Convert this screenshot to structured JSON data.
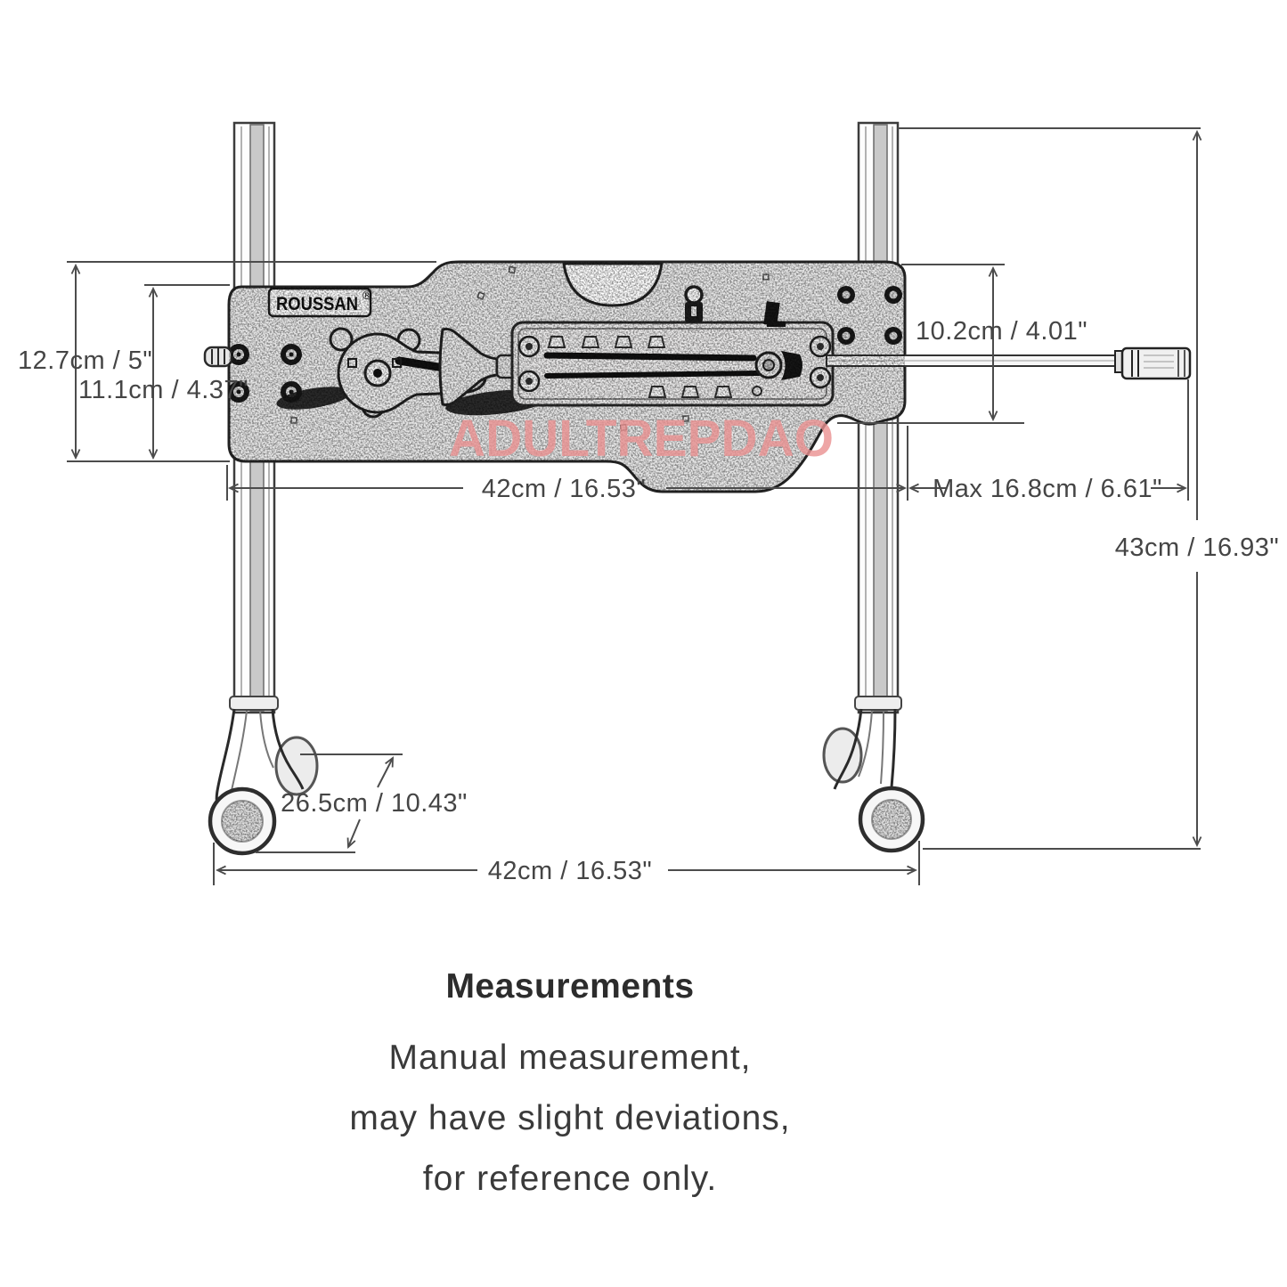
{
  "diagram": {
    "brand": "ROUSSAN",
    "brand_mark": "®",
    "watermark": "ADULTREPDAO",
    "dimensions": {
      "left_outer_height": "12.7cm / 5\"",
      "left_inner_height": "11.1cm / 4.37\"",
      "right_inner_height": "10.2cm / 4.01\"",
      "body_width": "42cm / 16.53\"",
      "rod_extension": "Max 16.8cm / 6.61\"",
      "total_height": "43cm / 16.93\"",
      "wheel_track": "26.5cm / 10.43\"",
      "base_width": "42cm / 16.53\""
    }
  },
  "footer": {
    "title": "Measurements",
    "lines": [
      "Manual measurement,",
      "may have slight deviations,",
      "for reference only."
    ]
  },
  "colors": {
    "watermark": "#ea9191",
    "dimension_line": "#4c4c4c",
    "body_text": "#3a3a3a"
  }
}
